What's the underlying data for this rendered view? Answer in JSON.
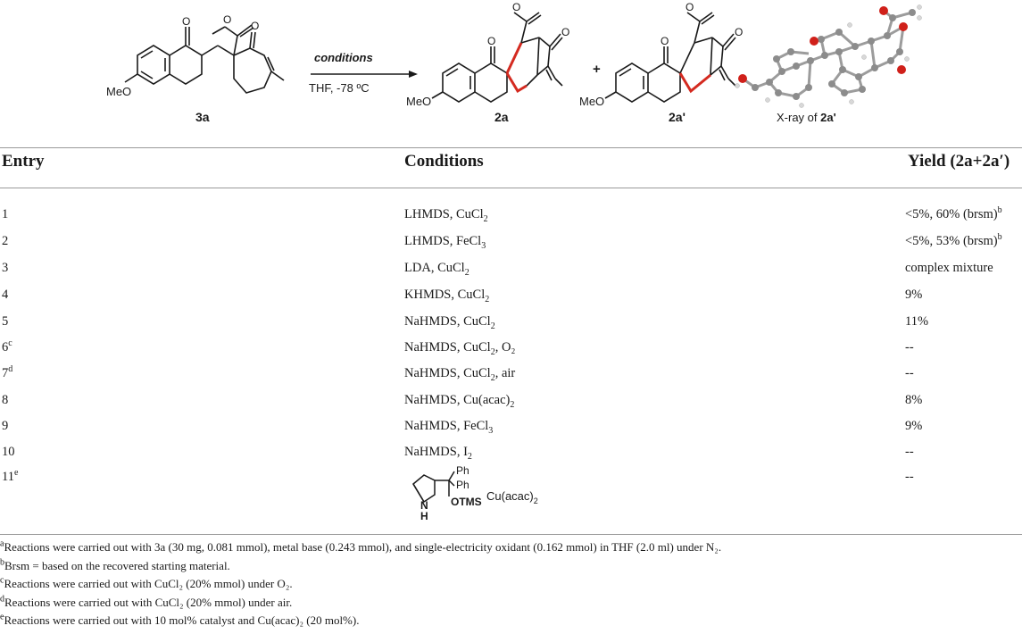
{
  "scheme": {
    "reagent_label": "conditions",
    "solvent_label": "THF, -78 ºC",
    "methoxy_label": "MeO",
    "compound_labels": [
      "3a",
      "2a",
      "2a'"
    ],
    "plus_sign": "+",
    "xray_caption_prefix": "X-ray of ",
    "xray_caption_compound": "2a'",
    "colors": {
      "red_bond": "#d42a20",
      "oxygen_atom": "#d0201a",
      "carbon_atom": "#8c8c8c"
    }
  },
  "table": {
    "headers": {
      "entry": "Entry",
      "conditions": "Conditions",
      "yield": "Yield (2a+2a′)"
    },
    "rows": [
      {
        "entry": "1",
        "entry_sup": "",
        "base": "LHMDS",
        "oxidant": "CuCl",
        "oxidant_sub": "2",
        "extra": "",
        "yield": "<5%, 60% (brsm)",
        "yield_sup": "b"
      },
      {
        "entry": "2",
        "entry_sup": "",
        "base": "LHMDS",
        "oxidant": "FeCl",
        "oxidant_sub": "3",
        "extra": "",
        "yield": "<5%, 53% (brsm)",
        "yield_sup": "b"
      },
      {
        "entry": "3",
        "entry_sup": "",
        "base": "LDA",
        "oxidant": "CuCl",
        "oxidant_sub": "2",
        "extra": "",
        "yield": "complex mixture",
        "yield_sup": ""
      },
      {
        "entry": "4",
        "entry_sup": "",
        "base": "KHMDS",
        "oxidant": "CuCl",
        "oxidant_sub": "2",
        "extra": "",
        "yield": "9%",
        "yield_sup": ""
      },
      {
        "entry": "5",
        "entry_sup": "",
        "base": "NaHMDS",
        "oxidant": "CuCl",
        "oxidant_sub": "2",
        "extra": "",
        "yield": "11%",
        "yield_sup": ""
      },
      {
        "entry": "6",
        "entry_sup": "c",
        "base": "NaHMDS",
        "oxidant": "CuCl",
        "oxidant_sub": "2",
        "extra": ", O₂",
        "yield": "--",
        "yield_sup": ""
      },
      {
        "entry": "7",
        "entry_sup": "d",
        "base": "NaHMDS",
        "oxidant": "CuCl",
        "oxidant_sub": "2",
        "extra": ", air",
        "yield": "--",
        "yield_sup": ""
      },
      {
        "entry": "8",
        "entry_sup": "",
        "base": "NaHMDS",
        "oxidant": "Cu(acac)",
        "oxidant_sub": "2",
        "extra": "",
        "yield": "8%",
        "yield_sup": ""
      },
      {
        "entry": "9",
        "entry_sup": "",
        "base": "NaHMDS",
        "oxidant": "FeCl",
        "oxidant_sub": "3",
        "extra": "",
        "yield": "9%",
        "yield_sup": ""
      },
      {
        "entry": "10",
        "entry_sup": "",
        "base": "NaHMDS",
        "oxidant": "I",
        "oxidant_sub": "2",
        "extra": "",
        "yield": "--",
        "yield_sup": ""
      },
      {
        "entry": "11",
        "entry_sup": "e",
        "base": "",
        "oxidant": "",
        "oxidant_sub": "",
        "extra": "",
        "yield": "--",
        "yield_sup": ""
      }
    ],
    "catalyst": {
      "ph1": "Ph",
      "ph2": "Ph",
      "otms": "OTMS",
      "nh": "N",
      "h": "H",
      "cu": "Cu(acac)",
      "cu_sub": "2"
    }
  },
  "footnotes": [
    {
      "mark": "a",
      "text": "Reactions were carried out with 3a (30 mg, 0.081 mmol), metal base (0.243 mmol), and single-electricity oxidant (0.162 mmol) in THF (2.0 ml) under N₂."
    },
    {
      "mark": "b",
      "text": "Brsm = based on the recovered starting material."
    },
    {
      "mark": "c",
      "text": "Reactions were carried out with CuCl₂ (20% mmol) under O₂."
    },
    {
      "mark": "d",
      "text": "Reactions were carried out with CuCl₂ (20% mmol) under air."
    },
    {
      "mark": "e",
      "text": "Reactions were carried out with 10 mol% catalyst and Cu(acac)₂ (20 mol%)."
    }
  ]
}
